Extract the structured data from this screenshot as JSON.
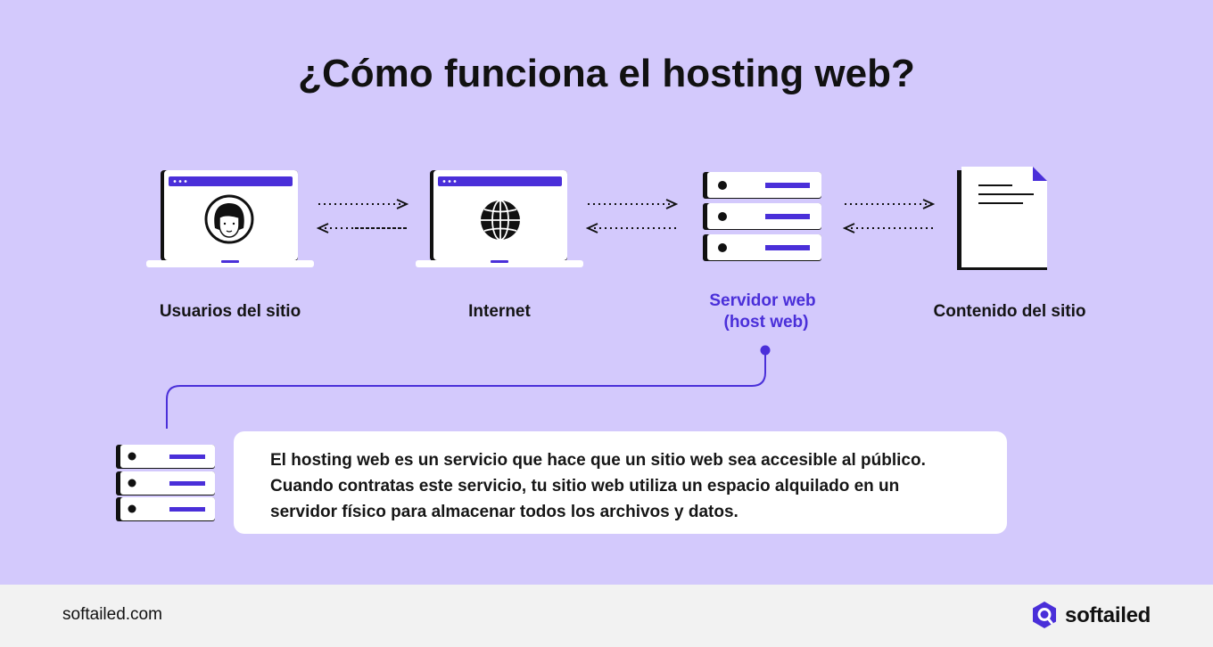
{
  "title": "¿Cómo funciona el hosting web?",
  "nodes": [
    {
      "id": "users",
      "label": "Usuarios del sitio",
      "icon": "user-laptop-icon"
    },
    {
      "id": "internet",
      "label": "Internet",
      "icon": "globe-laptop-icon"
    },
    {
      "id": "server",
      "label_line1": "Servidor web",
      "label_line2": "(host web)",
      "icon": "server-rack-icon"
    },
    {
      "id": "content",
      "label": "Contenido del sitio",
      "icon": "document-icon"
    }
  ],
  "description": {
    "line1": "El hosting web es un servicio que hace que un sitio web sea accesible al público.",
    "line2": "Cuando contratas este servicio, tu sitio web utiliza un espacio alquilado en un",
    "line3": "servidor físico para almacenar todos los archivos y datos."
  },
  "footer": {
    "url": "softailed.com",
    "brand": "softailed"
  },
  "colors": {
    "background": "#d3c9fc",
    "accent": "#4a2fd9",
    "footer_bg": "#f2f2f2",
    "text": "#111111"
  }
}
